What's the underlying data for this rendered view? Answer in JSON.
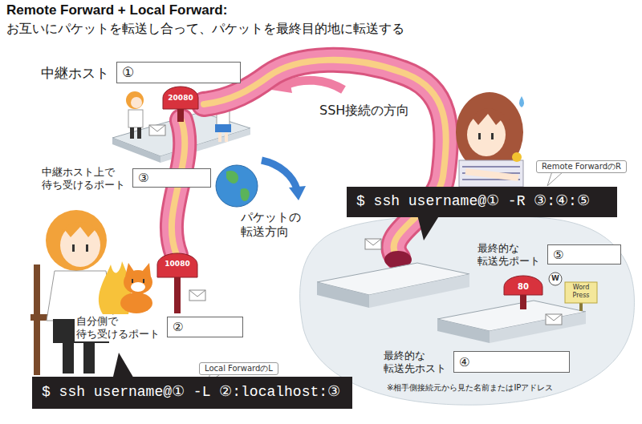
{
  "diagram": {
    "title": "Remote Forward + Local Forward:",
    "caption": "お互いにパケットを転送し合って、パケットを最終目的地に転送する",
    "nodes": [
      {
        "text": [
          "中継ホスト",
          "①"
        ]
      },
      {
        "text": [
          "中継ホスト上で 待ち受けるポート",
          "③"
        ]
      },
      {
        "text": [
          "$ ssh username@① -R ③:④:⑤"
        ]
      },
      {
        "text": [
          "Remote ForwardのR"
        ]
      },
      {
        "text": [
          "最終的な 転送先ポート",
          "⑤"
        ]
      },
      {
        "text": [
          "自分側で 待ち受けるポート",
          "②"
        ]
      },
      {
        "text": [
          "最終的な 転送先ホスト",
          "④"
        ]
      },
      {
        "text": [
          "Local ForwardのL"
        ]
      },
      {
        "text": [
          "$ ssh username@① -L ②:localhost:③"
        ]
      }
    ],
    "labels": [
      "20080",
      "SSH接続の方向",
      "パケットの 転送方向",
      "10080",
      "80",
      "W",
      "Word Press",
      "※相手側接続元から見た名前またはIPアドレス"
    ]
  }
}
